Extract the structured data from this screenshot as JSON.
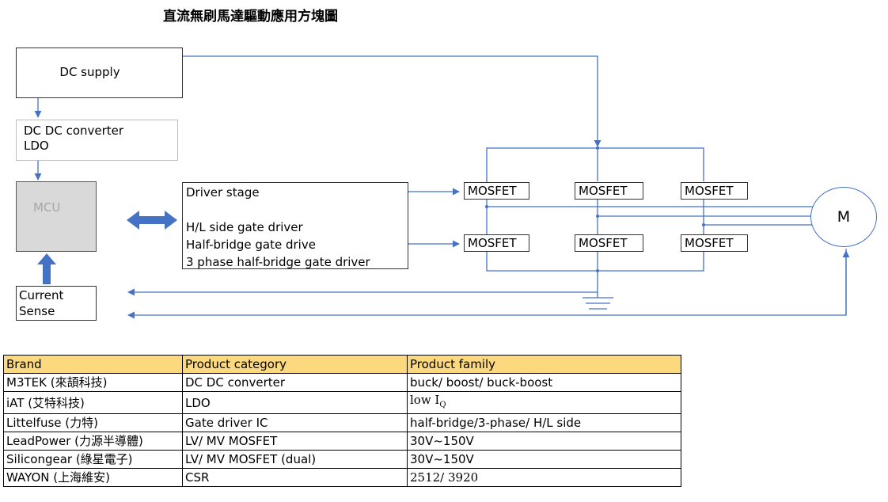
{
  "title": "直流無刷馬達驅動應用方塊圖",
  "blocks": {
    "dc_supply": "DC supply",
    "dcdc_line1": "DC DC converter",
    "dcdc_line2": "LDO",
    "mcu": "MCU",
    "current_line1": "Current",
    "current_line2": "Sense",
    "driver_line1": "Driver stage",
    "driver_line2": "H/L side gate driver",
    "driver_line3": "Half-bridge gate drive",
    "driver_line4": "3 phase half-bridge gate driver",
    "mosfet": "MOSFET",
    "motor": "M"
  },
  "colors": {
    "wire": "#4472c4",
    "header_fill": "#fcd97e",
    "mcu_fill": "#d9d9d9"
  },
  "table": {
    "headers": [
      "Brand",
      "Product category",
      "Product family"
    ],
    "rows": [
      [
        "M3TEK (來頡科技)",
        "DC DC converter",
        "buck/ boost/ buck-boost"
      ],
      [
        "iAT (艾特科技)",
        "LDO",
        "low I",
        "Q"
      ],
      [
        "Littelfuse (力特)",
        "Gate driver IC",
        "half-bridge/3-phase/ H/L side"
      ],
      [
        "LeadPower (力源半導體)",
        "LV/ MV MOSFET",
        "30V~150V"
      ],
      [
        "Silicongear (綠星電子)",
        "LV/ MV MOSFET (dual)",
        "30V~150V"
      ],
      [
        "WAYON (上海維安)",
        "CSR",
        "2512/ 3920"
      ]
    ]
  }
}
